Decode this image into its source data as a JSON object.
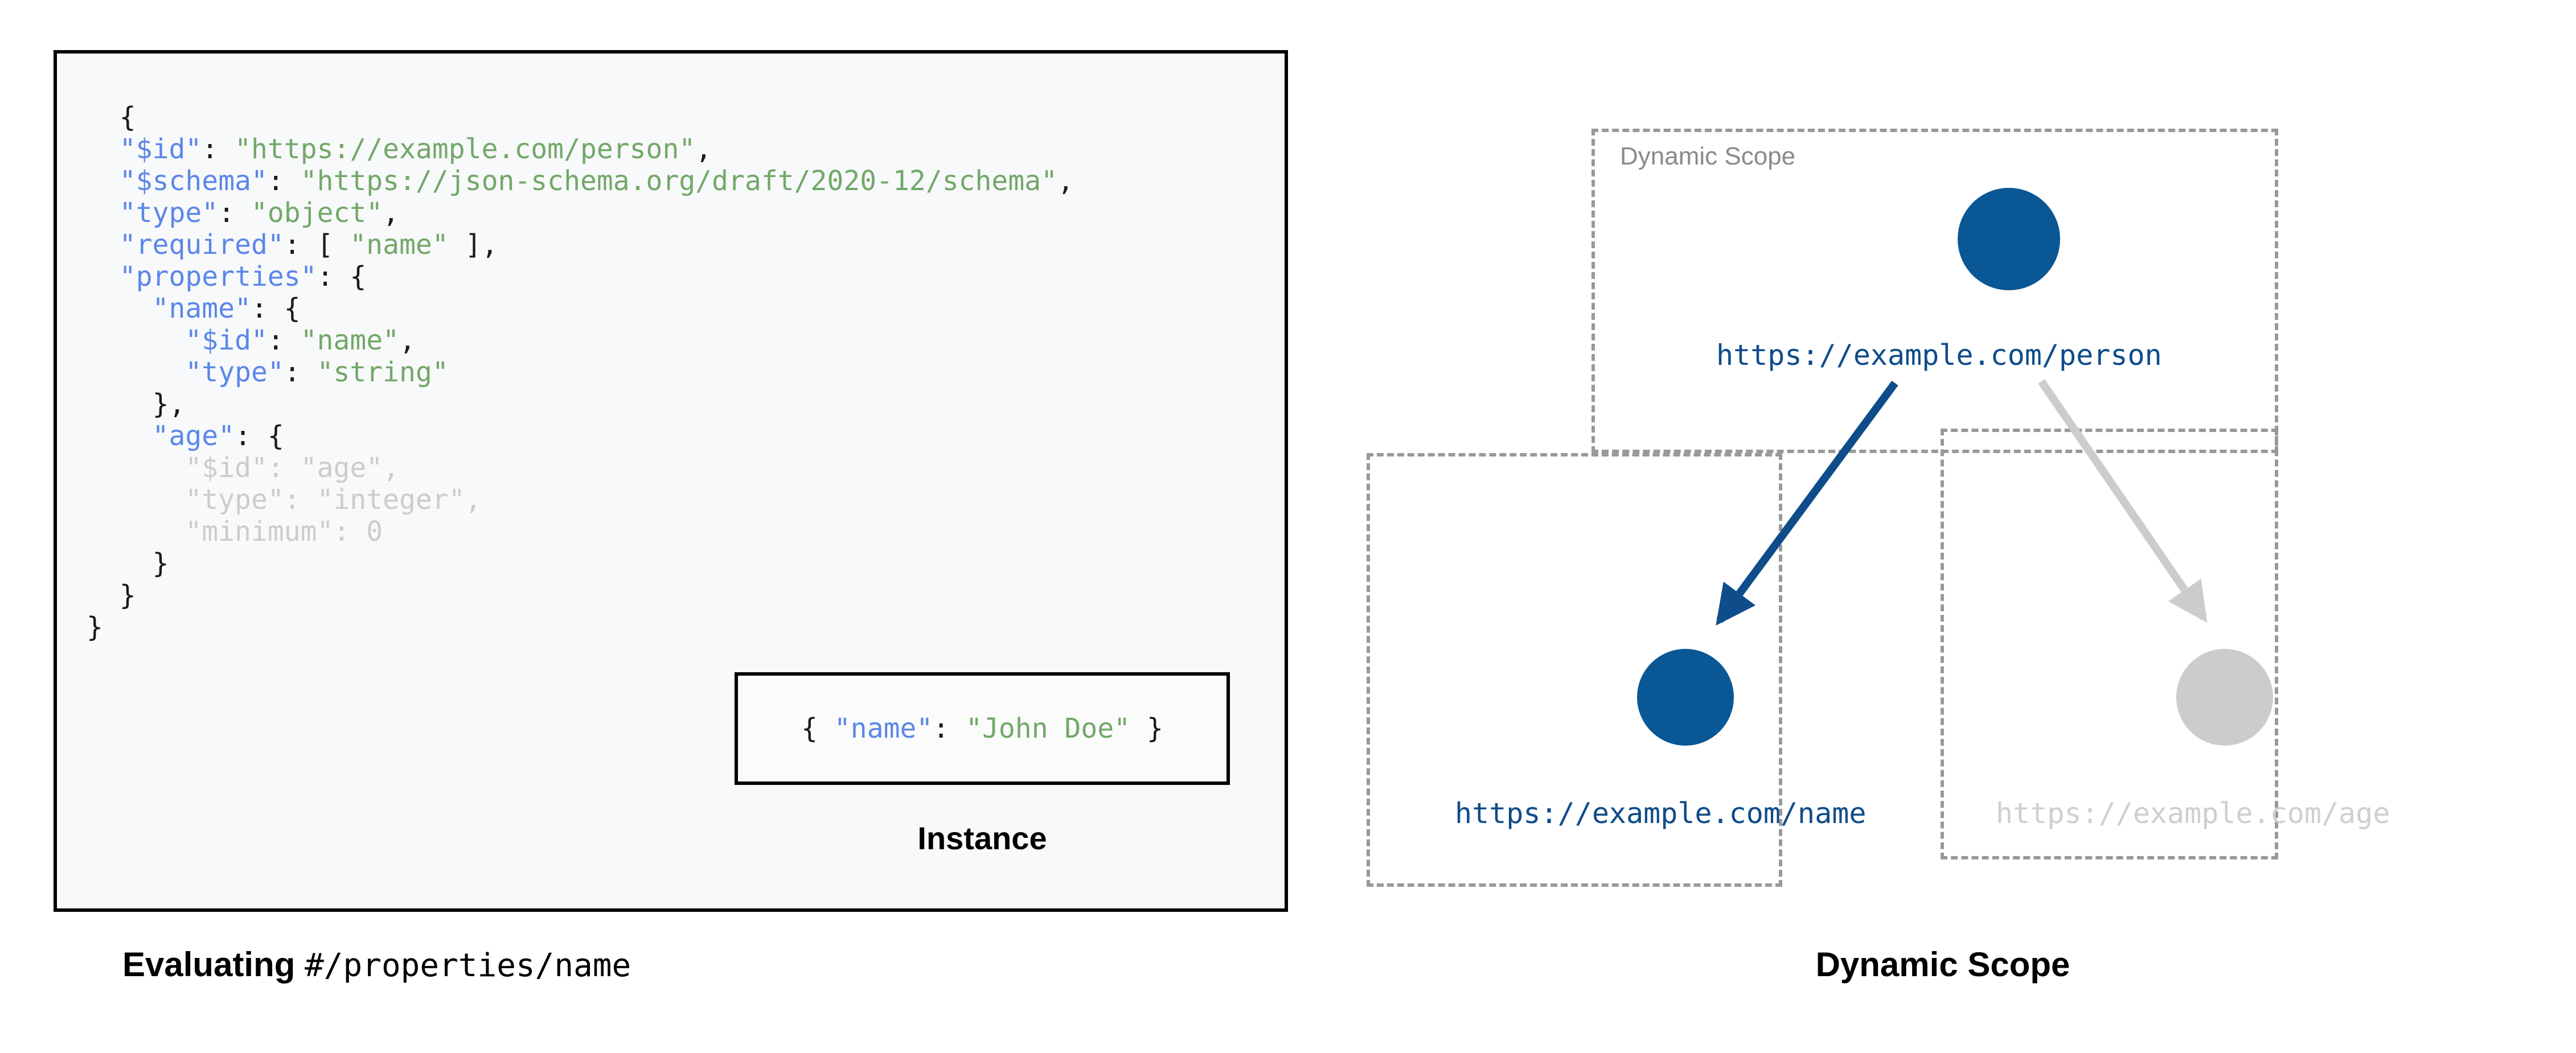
{
  "colors": {
    "node_active": "#0A5795",
    "node_inactive": "#CCCCCC",
    "label_active": "#0E4C8A",
    "label_inactive": "#CFCFCF",
    "scope_border": "#999999",
    "code_key": "#5B87E8",
    "code_string": "#72A868",
    "code_dim": "#CCCCCC",
    "code_bg": "#F8F9FA",
    "arrow_active": "#0E4C8A",
    "arrow_inactive": "#CCCCCC"
  },
  "left": {
    "caption_bold": "Evaluating ",
    "caption_mono": "#/properties/name",
    "instance_label": "Instance",
    "instance_code": {
      "open_brace": "{ ",
      "key": "\"name\"",
      "colon": ": ",
      "value": "\"John Doe\"",
      "close_brace": " }"
    },
    "schema_lines": [
      {
        "indent": 0,
        "dim": false,
        "text": "{"
      },
      {
        "indent": 0,
        "dim": false,
        "key": "\"$id\"",
        "sep": ": ",
        "value": "\"https://example.com/person\"",
        "tail": ","
      },
      {
        "indent": 0,
        "dim": false,
        "key": "\"$schema\"",
        "sep": ": ",
        "value": "\"https://json-schema.org/draft/2020-12/schema\"",
        "tail": ","
      },
      {
        "indent": 0,
        "dim": false,
        "key": "\"type\"",
        "sep": ": ",
        "value": "\"object\"",
        "tail": ","
      },
      {
        "indent": 0,
        "dim": false,
        "key": "\"required\"",
        "sep": ": [ ",
        "value": "\"name\"",
        "tail": " ],"
      },
      {
        "indent": 0,
        "dim": false,
        "key": "\"properties\"",
        "sep": ": ",
        "tail": "{"
      },
      {
        "indent": 1,
        "dim": false,
        "key": "\"name\"",
        "sep": ": ",
        "tail": "{"
      },
      {
        "indent": 2,
        "dim": false,
        "key": "\"$id\"",
        "sep": ": ",
        "value": "\"name\"",
        "tail": ","
      },
      {
        "indent": 2,
        "dim": false,
        "key": "\"type\"",
        "sep": ": ",
        "value": "\"string\"",
        "tail": ""
      },
      {
        "indent": 1,
        "dim": false,
        "text": "},"
      },
      {
        "indent": 1,
        "dim": false,
        "key": "\"age\"",
        "sep": ": ",
        "tail": "{"
      },
      {
        "indent": 2,
        "dim": true,
        "key": "\"$id\"",
        "sep": ": ",
        "value": "\"age\"",
        "tail": ","
      },
      {
        "indent": 2,
        "dim": true,
        "key": "\"type\"",
        "sep": ": ",
        "value": "\"integer\"",
        "tail": ","
      },
      {
        "indent": 2,
        "dim": true,
        "key": "\"minimum\"",
        "sep": ": ",
        "num": "0",
        "tail": ""
      },
      {
        "indent": 1,
        "dim": false,
        "text": "}"
      },
      {
        "indent": 0,
        "dim": false,
        "text": "}"
      },
      {
        "indent": -1,
        "dim": false,
        "text": "}"
      }
    ]
  },
  "right": {
    "caption": "Dynamic Scope",
    "scope_box_label": "Dynamic Scope",
    "nodes": [
      {
        "id": "person",
        "label": "https://example.com/person",
        "state": "active"
      },
      {
        "id": "name",
        "label": "https://example.com/name",
        "state": "active"
      },
      {
        "id": "age",
        "label": "https://example.com/age",
        "state": "inactive"
      }
    ],
    "edges": [
      {
        "from": "person",
        "to": "name",
        "state": "active"
      },
      {
        "from": "person",
        "to": "age",
        "state": "inactive"
      }
    ]
  }
}
